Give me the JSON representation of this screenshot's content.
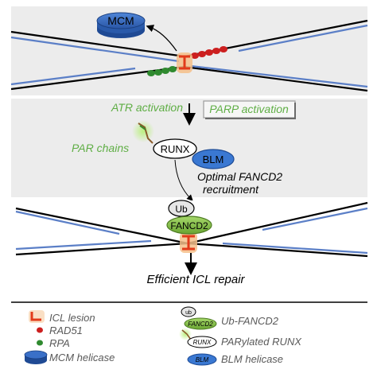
{
  "diagram": {
    "top_panel": {
      "mcm_label": "MCM"
    },
    "middle_panel": {
      "atr_activation": "ATR activation",
      "parp_activation": "PARP activation",
      "par_chains": "PAR chains",
      "runx": "RUNX",
      "blm": "BLM",
      "optimal_line1": "Optimal FANCD2",
      "optimal_line2": "recruitment"
    },
    "bottom_panel": {
      "ub": "Ub",
      "fancd2": "FANCD2",
      "efficient_repair": "Efficient ICL repair"
    },
    "legend": {
      "icl_lesion": "ICL lesion",
      "rad51": "RAD51",
      "rpa": "RPA",
      "mcm_helicase": "MCM helicase",
      "ub_fancd2": "Ub-FANCD2",
      "ub_icon": "ub",
      "fancd2_icon": "FANCD2",
      "parylated_runx": "PARylated RUNX",
      "runx_icon": "RUNX",
      "blm_helicase": "BLM helicase",
      "blm_icon": "BLM"
    }
  },
  "colors": {
    "panel_bg": "#ececec",
    "green_text": "#5fae45",
    "dna_blue": "#5b7fc7",
    "lesion_red": "#e23b1a",
    "lesion_glow": "#f6c089",
    "rad51_red": "#cc1f1f",
    "rpa_green": "#2f8a2f",
    "mcm_blue": "#2f63b8",
    "blm_blue": "#3a78d2",
    "fancd2_green": "#8cc63f"
  }
}
